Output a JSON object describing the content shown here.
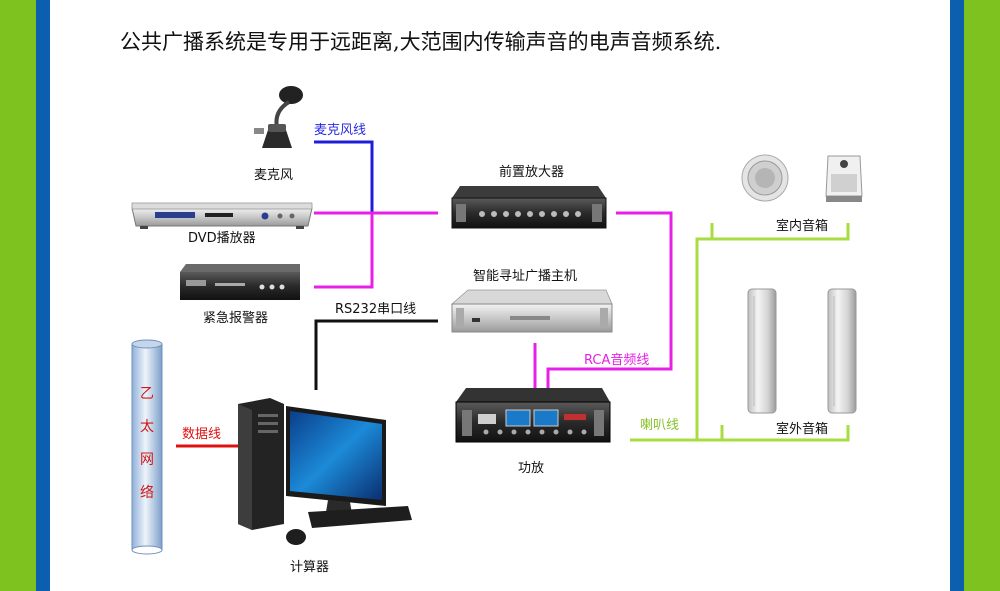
{
  "title": "公共广播系统是专用于远距离,大范围内传输声音的电声音频系统.",
  "colors": {
    "border_green": "#7dc21f",
    "border_blue": "#0c5fae",
    "wire_magenta": "#e81fe8",
    "wire_blue": "#1e1ed8",
    "wire_black": "#111111",
    "wire_red": "#e01010",
    "wire_green": "#a8dc40"
  },
  "devices": {
    "microphone": "麦克风",
    "dvd_player": "DVD播放器",
    "alarm": "紧急报警器",
    "pre_amp": "前置放大器",
    "host": "智能寻址广播主机",
    "power_amp": "功放",
    "computer": "计算器",
    "indoor_speakers": "室内音箱",
    "outdoor_speakers": "室外音箱",
    "ethernet": [
      "乙",
      "太",
      "网",
      "络"
    ]
  },
  "wires": {
    "mic_wire": "麦克风线",
    "rs232": "RS232串口线",
    "data": "数据线",
    "rca": "RCA音频线",
    "speaker": "喇叭线"
  }
}
